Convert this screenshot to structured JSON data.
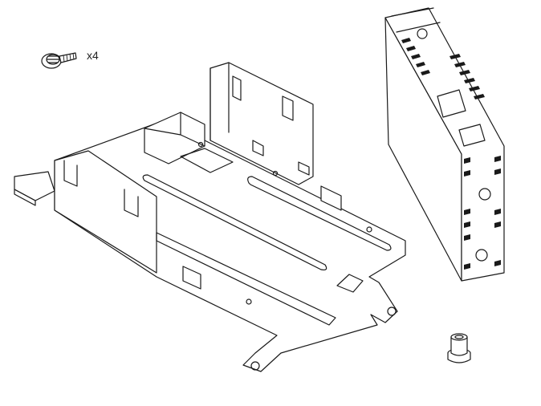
{
  "diagram": {
    "parts": [
      {
        "name": "screw",
        "quantity_label": "x4"
      },
      {
        "name": "mounting-bracket"
      },
      {
        "name": "control-module"
      },
      {
        "name": "nut"
      }
    ]
  },
  "colors": {
    "line": "#1a1a1a",
    "background": "#ffffff"
  }
}
